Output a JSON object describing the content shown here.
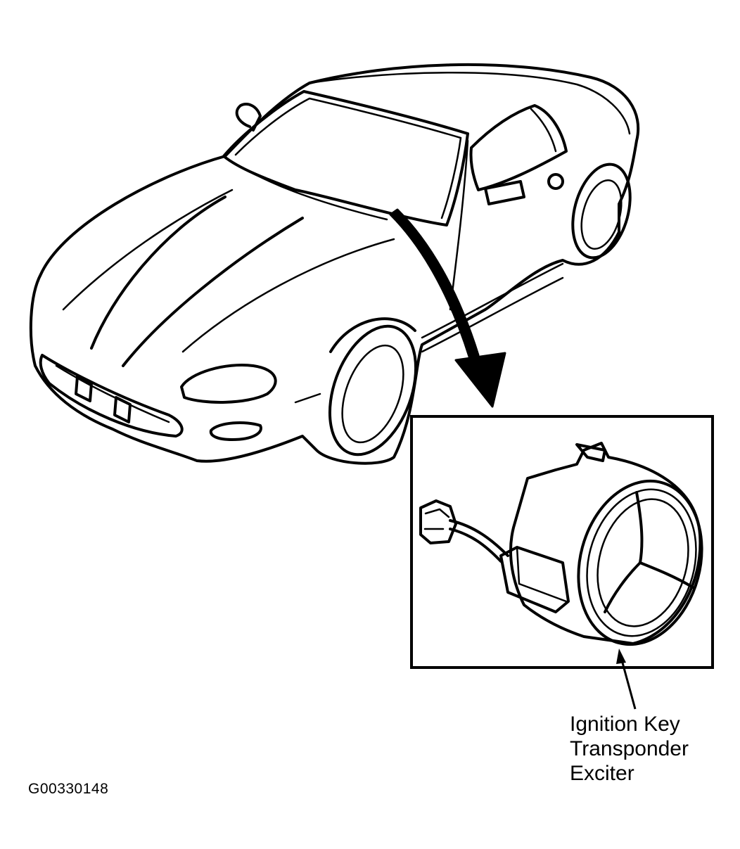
{
  "figure": {
    "id": "G00330148",
    "callout_label": [
      "Ignition Key",
      "Transponder",
      "Exciter"
    ],
    "colors": {
      "ink": "#000000",
      "background": "#ffffff"
    }
  }
}
